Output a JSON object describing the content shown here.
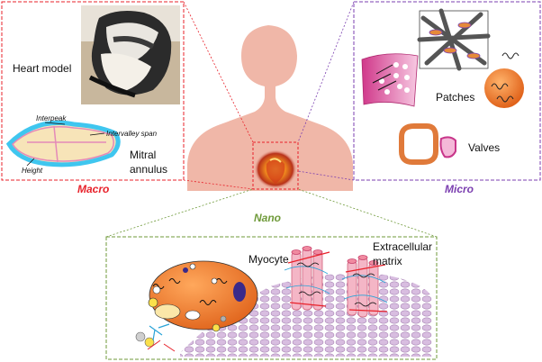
{
  "macro": {
    "scale_label": "Macro",
    "heart_model_label": "Heart model",
    "mitral_label_line1": "Mitral",
    "mitral_label_line2": "annulus",
    "interpeak_label": "Interpeak",
    "intervalley_label": "Intervalley span",
    "height_label": "Height"
  },
  "micro": {
    "scale_label": "Micro",
    "patches_label": "Patches",
    "valves_label": "Valves"
  },
  "nano": {
    "scale_label": "Nano",
    "myocyte_label": "Myocyte",
    "ecm_label_line1": "Extracellular",
    "ecm_label_line2": "matrix"
  },
  "colors": {
    "macro": "#e8212a",
    "micro": "#7b3fb0",
    "nano": "#6f9a3a",
    "skin": "#f0b7a8",
    "orange": "#f07a2a"
  }
}
